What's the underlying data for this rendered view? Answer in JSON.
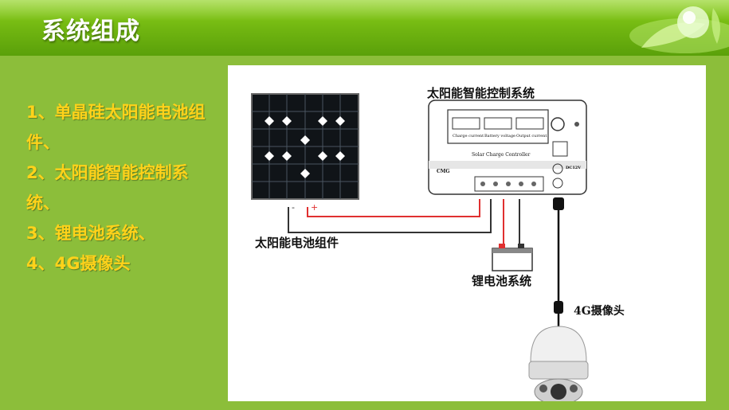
{
  "slide": {
    "title": "系统组成"
  },
  "components": [
    "1、单晶硅太阳能电池组件、",
    "2、太阳能智能控制系统、",
    "3、锂电池系统、",
    "4、4G摄像头"
  ],
  "diagram": {
    "controller_title": "太阳能智能控制系统",
    "solar_panel_label": "太阳能电池组件",
    "battery_label": "锂电池系统",
    "camera_label": "4G摄像头",
    "controller_screen_labels": [
      "Charge current",
      "Battery voltage",
      "Output current"
    ],
    "controller_name": "Solar Charge Controller",
    "controller_brand": "CMG",
    "controller_port": "DC12V"
  },
  "colors": {
    "background": "#8cbe3a",
    "title_bar": "#6fb410",
    "title_text": "#ffffff",
    "list_text": "#ffd21a",
    "positive_wire": "#e03030",
    "negative_wire": "#222222"
  }
}
